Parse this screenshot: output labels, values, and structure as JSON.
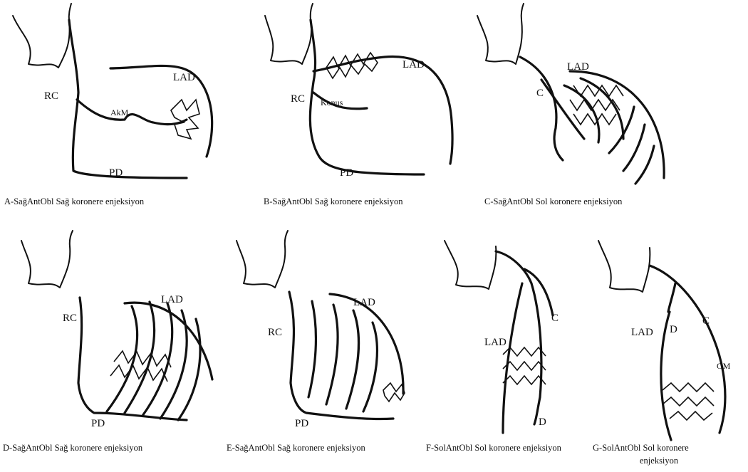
{
  "panels": [
    {
      "id": "A",
      "caption": "A-SağAntObl Sağ koronere enjeksiyon",
      "labels": {
        "rc": "RC",
        "akm": "AkM",
        "lad": "LAD",
        "pd": "PD"
      }
    },
    {
      "id": "B",
      "caption": "B-SağAntObl Sağ koronere enjeksiyon",
      "labels": {
        "rc": "RC",
        "konus": "Konus",
        "lad": "LAD",
        "pd": "PD"
      }
    },
    {
      "id": "C",
      "caption": "C-SağAntObl Sol koronere enjeksiyon",
      "labels": {
        "c": "C",
        "lad": "LAD"
      }
    },
    {
      "id": "D",
      "caption": "D-SağAntObl Sağ koronere enjeksiyon",
      "labels": {
        "rc": "RC",
        "lad": "LAD",
        "pd": "PD"
      }
    },
    {
      "id": "E",
      "caption": "E-SağAntObl Sağ koronere enjeksiyon",
      "labels": {
        "rc": "RC",
        "lad": "LAD",
        "pd": "PD"
      }
    },
    {
      "id": "F",
      "caption": "F-SolAntObl Sol koronere enjeksiyon",
      "labels": {
        "lad": "LAD",
        "c": "C",
        "d": "D"
      }
    },
    {
      "id": "G",
      "caption_line1": "G-SolAntObl Sol koronere",
      "caption_line2": "enjeksiyon",
      "labels": {
        "lad": "LAD",
        "d": "D",
        "c": "C",
        "om": "OM"
      }
    }
  ]
}
